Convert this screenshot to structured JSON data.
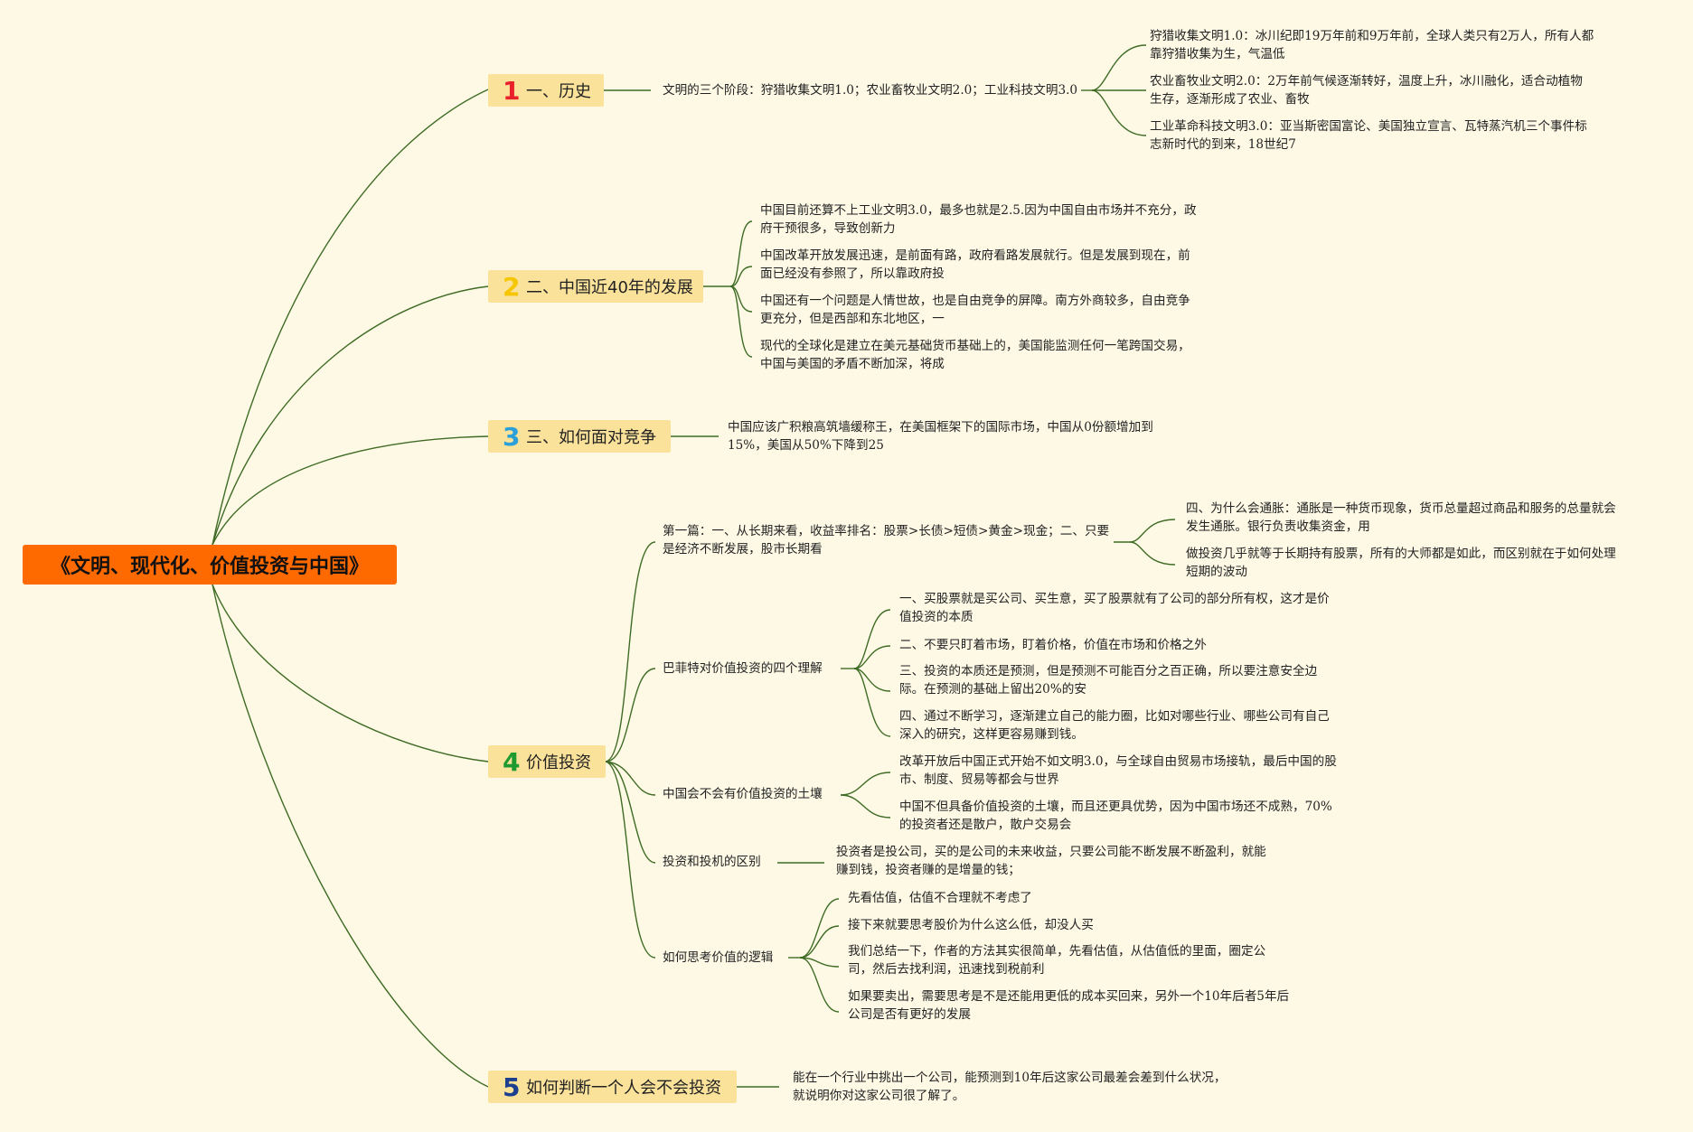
{
  "root": "《文明、现代化、价值投资与中国》",
  "colors": {
    "line": "#3f6b25",
    "root_bg": "#ff6a00",
    "topic_bg": "#fbe29a",
    "background": "#fdf9e5"
  },
  "topics": [
    {
      "num": "1",
      "num_color": "#e8212b",
      "label": "一、历史"
    },
    {
      "num": "2",
      "num_color": "#f6c600",
      "label": "二、中国近40年的发展"
    },
    {
      "num": "3",
      "num_color": "#2b9fd9",
      "label": "三、如何面对竞争"
    },
    {
      "num": "4",
      "num_color": "#1f9a30",
      "label": "价值投资"
    },
    {
      "num": "5",
      "num_color": "#1d3f8f",
      "label": "如何判断一个人会不会投资"
    }
  ],
  "history": {
    "summary": "文明的三个阶段：狩猎收集文明1.0；农业畜牧业文明2.0；工业科技文明3.0",
    "items": [
      "狩猎收集文明1.0：冰川纪即19万年前和9万年前，全球人类只有2万人，所有人都\n靠狩猎收集为生，气温低",
      "农业畜牧业文明2.0：2万年前气候逐渐转好，温度上升，冰川融化，适合动植物\n生存，逐渐形成了农业、畜牧",
      "工业革命科技文明3.0：亚当斯密国富论、美国独立宣言、瓦特蒸汽机三个事件标\n志新时代的到来，18世纪7"
    ]
  },
  "china": {
    "items": [
      "中国目前还算不上工业文明3.0，最多也就是2.5.因为中国自由市场并不充分，政\n府干预很多，导致创新力",
      "中国改革开放发展迅速，是前面有路，政府看路发展就行。但是发展到现在，前\n面已经没有参照了，所以靠政府投",
      "中国还有一个问题是人情世故，也是自由竞争的屏障。南方外商较多，自由竞争\n更充分，但是西部和东北地区，一",
      "现代的全球化是建立在美元基础货币基础上的，美国能监测任何一笔跨国交易，\n中国与美国的矛盾不断加深，将成"
    ]
  },
  "competition": {
    "text": "中国应该广积粮高筑墙缓称王，在美国框架下的国际市场，中国从0份额增加到\n15%，美国从50%下降到25"
  },
  "value": {
    "b1": {
      "text": "第一篇：一、从长期来看，收益率排名：股票>长债>短债>黄金>现金；二、只要\n是经济不断发展，股市长期看",
      "children": [
        "四、为什么会通胀：通胀是一种货币现象，货币总量超过商品和服务的总量就会\n发生通胀。银行负责收集资金，用",
        "做投资几乎就等于长期持有股票，所有的大师都是如此，而区别就在于如何处理\n短期的波动"
      ]
    },
    "b2": {
      "text": "巴菲特对价值投资的四个理解",
      "children": [
        "一、买股票就是买公司、买生意，买了股票就有了公司的部分所有权，这才是价\n值投资的本质",
        "二、不要只盯着市场，盯着价格，价值在市场和价格之外",
        "三、投资的本质还是预测，但是预测不可能百分之百正确，所以要注意安全边\n际。在预测的基础上留出20%的安",
        "四、通过不断学习，逐渐建立自己的能力圈，比如对哪些行业、哪些公司有自己\n深入的研究，这样更容易赚到钱。"
      ]
    },
    "b3": {
      "text": "中国会不会有价值投资的土壤",
      "children": [
        "改革开放后中国正式开始不如文明3.0，与全球自由贸易市场接轨，最后中国的股\n市、制度、贸易等都会与世界",
        "中国不但具备价值投资的土壤，而且还更具优势，因为中国市场还不成熟，70%\n的投资者还是散户，散户交易会"
      ]
    },
    "b4": {
      "text": "投资和投机的区别",
      "children": [
        "投资者是投公司，买的是公司的未来收益，只要公司能不断发展不断盈利，就能\n赚到钱，投资者赚的是增量的钱；"
      ]
    },
    "b5": {
      "text": "如何思考价值的逻辑",
      "children": [
        "先看估值，估值不合理就不考虑了",
        "接下来就要思考股价为什么这么低，却没人买",
        "我们总结一下，作者的方法其实很简单，先看估值，从估值低的里面，圈定公\n司，然后去找利润，迅速找到税前利",
        "如果要卖出，需要思考是不是还能用更低的成本买回来，另外一个10年后者5年后\n公司是否有更好的发展"
      ]
    }
  },
  "judge": {
    "text": "能在一个行业中挑出一个公司，能预测到10年后这家公司最差会差到什么状况，\n就说明你对这家公司很了解了。"
  }
}
